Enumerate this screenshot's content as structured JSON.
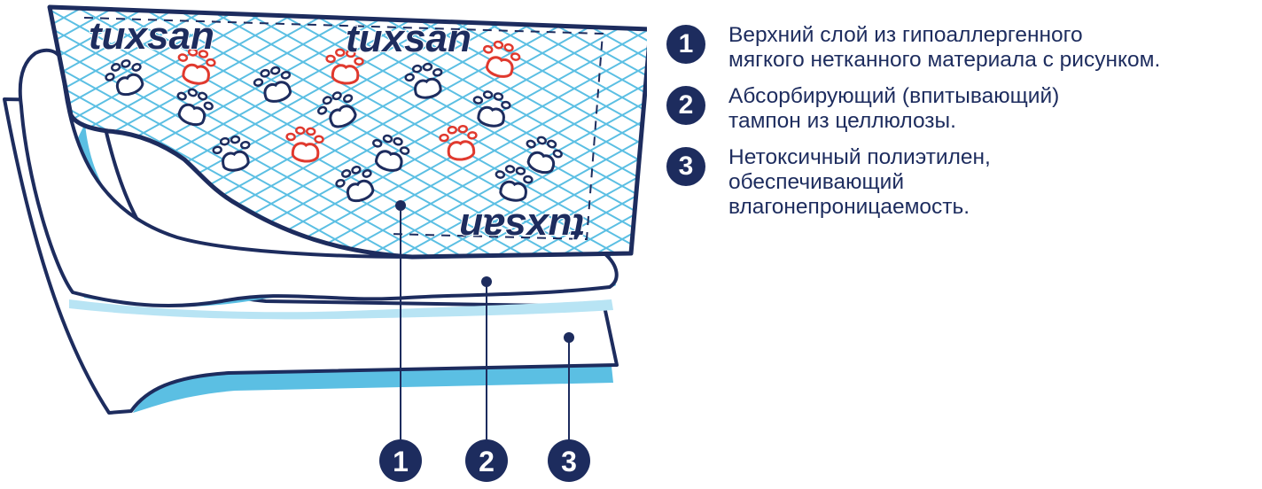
{
  "colors": {
    "navy": "#1d2c5e",
    "light_blue": "#5bbfe3",
    "pale_blue": "#b8e4f4",
    "paw_red": "#e0392e",
    "white": "#ffffff"
  },
  "brand": {
    "logo_text": "tuxsan"
  },
  "layers": [
    {
      "number": "1",
      "description": "Верхний слой из гипоаллергенного\nмягкого нетканного материала с рисунком."
    },
    {
      "number": "2",
      "description": "Абсорбирующий (впитывающий)\nтампон из целлюлозы."
    },
    {
      "number": "3",
      "description": "Нетоксичный полиэтилен,\nобеспечивающий\nвлагонепроницаемость."
    }
  ],
  "callouts": [
    {
      "number": "1"
    },
    {
      "number": "2"
    },
    {
      "number": "3"
    }
  ]
}
